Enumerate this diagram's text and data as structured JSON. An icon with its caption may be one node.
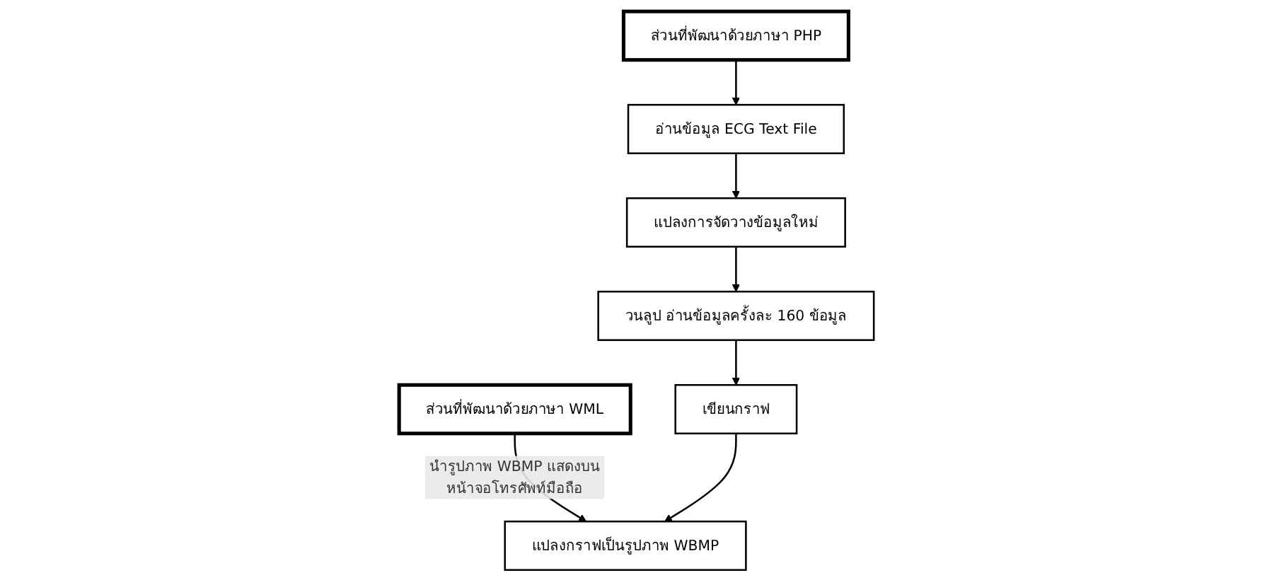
{
  "diagram": {
    "nodes": [
      {
        "text": [
          "ส่วนที่พัฒนาด้วยภาษา WML"
        ]
      },
      {
        "text": [
          "ส่วนที่พัฒนาด้วยภาษา PHP"
        ]
      },
      {
        "text": [
          "อ่านข้อมูล ECG Text File"
        ]
      },
      {
        "text": [
          "แปลงกราฟเป็นรูปภาพ WBMP"
        ]
      },
      {
        "text": [
          "แปลงการจัดวางข้อมูลใหม่"
        ]
      },
      {
        "text": [
          "เขียนกราฟ"
        ]
      },
      {
        "text": [
          "วนลูป อ่านข้อมูลครั้งละ 160 ข้อมูล"
        ]
      }
    ],
    "edges": [
      {
        "from": 0,
        "to": 3,
        "arrow": "to",
        "label": "นำรูปภาพ WBMP แสดงบนหน้าจอโทรศัพท์มือถือ"
      },
      {
        "from": 1,
        "to": 2,
        "arrow": "to"
      },
      {
        "from": 2,
        "to": 4,
        "arrow": "to"
      },
      {
        "from": 4,
        "to": 6,
        "arrow": "to"
      },
      {
        "from": 6,
        "to": 5,
        "arrow": "to"
      },
      {
        "from": 5,
        "to": 3,
        "arrow": "to"
      }
    ]
  }
}
